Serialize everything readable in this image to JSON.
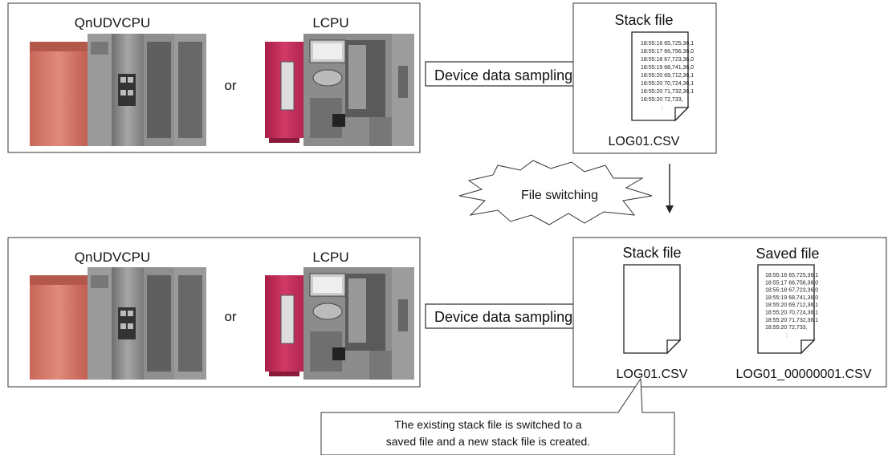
{
  "top_panel": {
    "cpu_left_label": "QnUDVCPU",
    "cpu_right_label": "LCPU",
    "or_label": "or",
    "arrow_label": "Device data sampling",
    "stack_title": "Stack file",
    "stack_filename": "LOG01.CSV",
    "log_lines": [
      "18:55:16 65,725,36,1",
      "18:55:17 66,756,36,0",
      "18:55:18 67,723,36,0",
      "18:55:19 68,741,36,0",
      "18:55:20 69,712,36,1",
      "18:55:20 70,724,36,1",
      "18:55:20 71,732,36,1",
      "18:55:20 72,733,",
      ":"
    ]
  },
  "switch_label": "File switching",
  "bottom_panel": {
    "cpu_left_label": "QnUDVCPU",
    "cpu_right_label": "LCPU",
    "or_label": "or",
    "arrow_label": "Device data sampling",
    "stack_title": "Stack file",
    "saved_title": "Saved file",
    "stack_filename": "LOG01.CSV",
    "saved_filename": "LOG01_00000001.CSV",
    "log_lines": [
      "18:55:16 65,725,36,1",
      "18:55:17 66,756,36,0",
      "18:55:18 67,723,36,0",
      "18:55:19 68,741,36,0",
      "18:55:20 69,712,36,1",
      "18:55:20 70,724,36,1",
      "18:55:20 71,732,36,1",
      "18:55:20 72,733,",
      ":"
    ]
  },
  "callout": {
    "line1": "The existing stack file is switched to a",
    "line2": "saved file and a new stack file is created."
  },
  "colors": {
    "cpu_red": "#c9305a",
    "cpu_salmon": "#d97a6c",
    "module_gray": "#8c8c8c"
  }
}
